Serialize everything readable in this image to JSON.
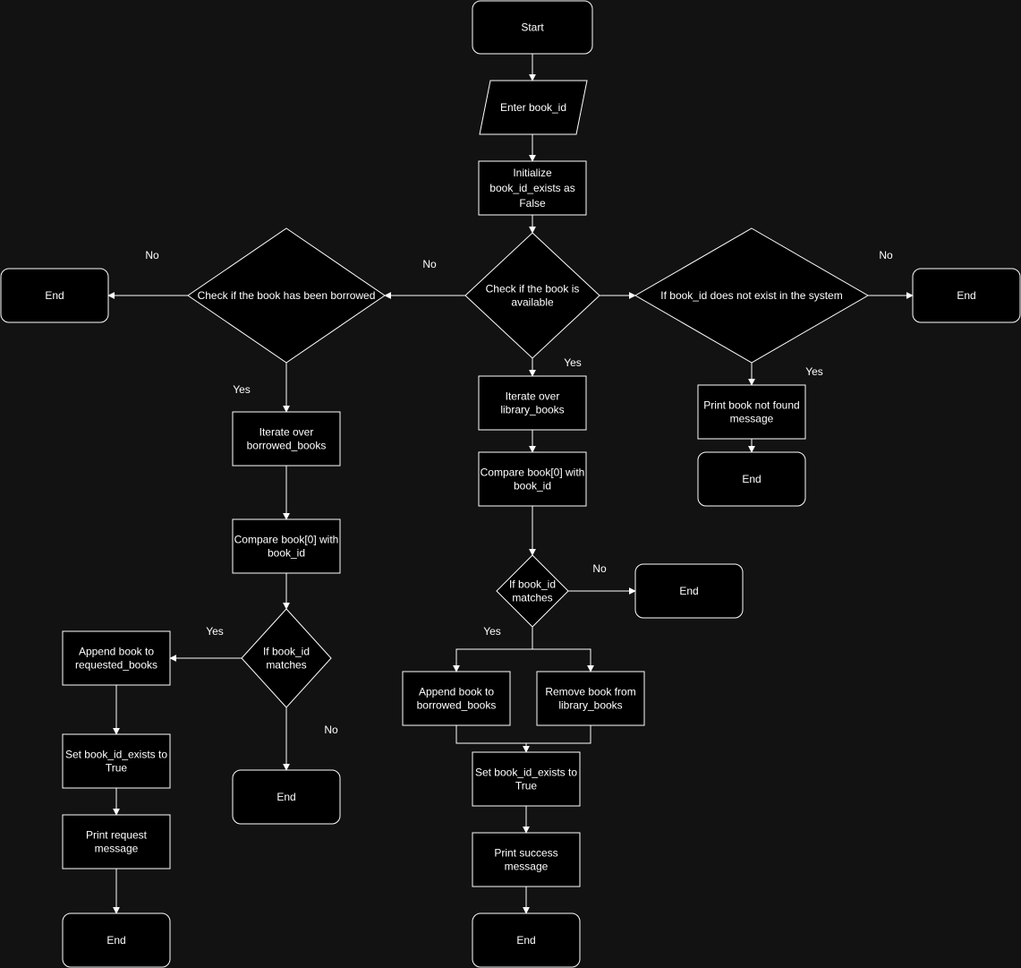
{
  "diagram": {
    "nodes": {
      "start": {
        "lines": [
          "Start"
        ]
      },
      "enter": {
        "lines": [
          "Enter book_id"
        ]
      },
      "init": {
        "lines": [
          "Initialize",
          "book_id_exists as",
          "False"
        ]
      },
      "avail": {
        "lines": [
          "Check if the book is",
          "available"
        ]
      },
      "borrowed": {
        "lines": [
          "Check if the book has been borrowed"
        ]
      },
      "notexist": {
        "lines": [
          "If book_id does not exist in the system"
        ]
      },
      "end_left": {
        "lines": [
          "End"
        ]
      },
      "end_right": {
        "lines": [
          "End"
        ]
      },
      "iter_borrowed": {
        "lines": [
          "Iterate over",
          "borrowed_books"
        ]
      },
      "compare_left": {
        "lines": [
          "Compare book[0] with",
          "book_id"
        ]
      },
      "match_left": {
        "lines": [
          "If book_id",
          "matches"
        ]
      },
      "append_req": {
        "lines": [
          "Append book to",
          "requested_books"
        ]
      },
      "set_left": {
        "lines": [
          "Set book_id_exists to",
          "True"
        ]
      },
      "print_req": {
        "lines": [
          "Print request",
          "message"
        ]
      },
      "end_bl": {
        "lines": [
          "End"
        ]
      },
      "end_match_left": {
        "lines": [
          "End"
        ]
      },
      "iter_library": {
        "lines": [
          "Iterate over",
          "library_books"
        ]
      },
      "compare_mid": {
        "lines": [
          "Compare book[0] with",
          "book_id"
        ]
      },
      "match_mid": {
        "lines": [
          "If book_id",
          "matches"
        ]
      },
      "end_match_mid": {
        "lines": [
          "End"
        ]
      },
      "append_borrowed": {
        "lines": [
          "Append book to",
          "borrowed_books"
        ]
      },
      "remove_lib": {
        "lines": [
          "Remove book from",
          "library_books"
        ]
      },
      "set_mid": {
        "lines": [
          "Set book_id_exists to",
          "True"
        ]
      },
      "print_success": {
        "lines": [
          "Print success",
          "message"
        ]
      },
      "end_bm": {
        "lines": [
          "End"
        ]
      },
      "print_notfound": {
        "lines": [
          "Print book not found",
          "message"
        ]
      },
      "end_notfound": {
        "lines": [
          "End"
        ]
      }
    },
    "edge_labels": {
      "no_avail": "No",
      "yes_avail": "Yes",
      "no_borrowed": "No",
      "yes_borrowed": "Yes",
      "no_notexist": "No",
      "yes_notexist": "Yes",
      "yes_match_left": "Yes",
      "no_match_left": "No",
      "yes_match_mid": "Yes",
      "no_match_mid": "No"
    }
  }
}
